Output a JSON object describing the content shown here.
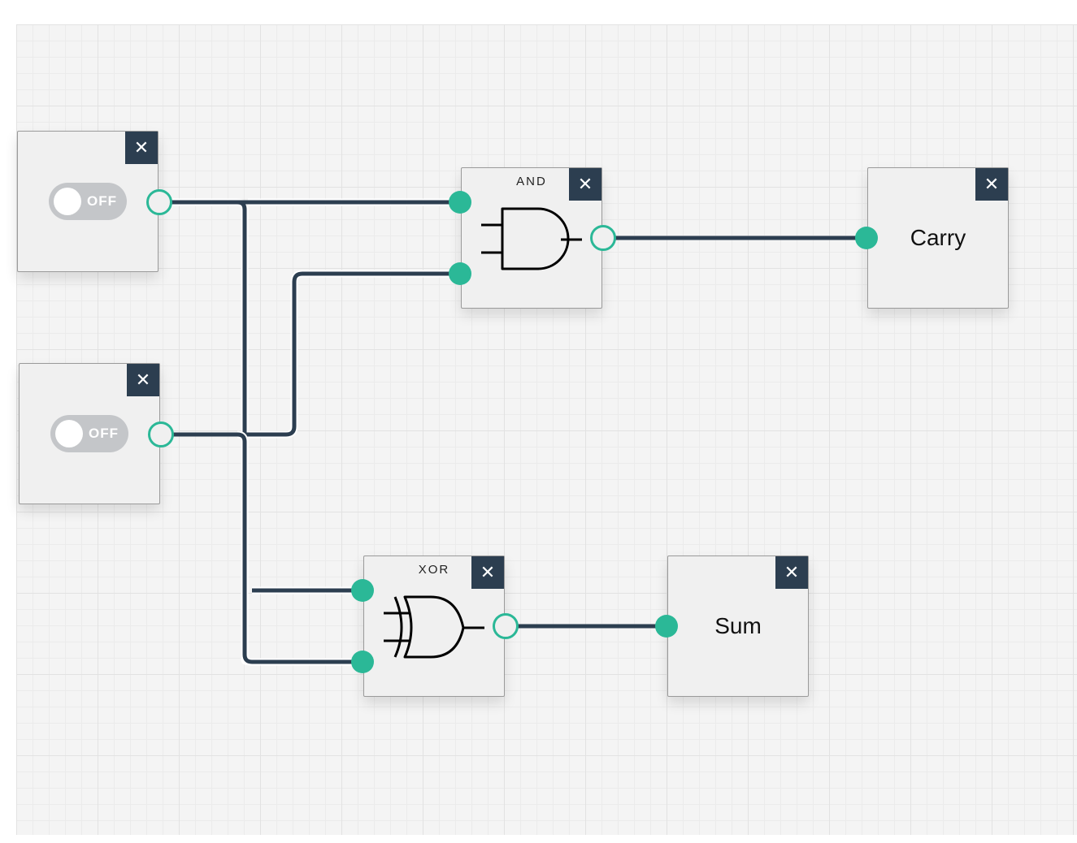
{
  "canvas": {
    "grid": true
  },
  "colors": {
    "wire": "#2c3e50",
    "port": "#2bb897",
    "close_bg": "#2c3e50",
    "node_bg": "#f0f0f0",
    "toggle_off": "#c4c6c9"
  },
  "nodes": {
    "input_a": {
      "toggle_label": "OFF",
      "state": "off",
      "close": "✕"
    },
    "input_b": {
      "toggle_label": "OFF",
      "state": "off",
      "close": "✕"
    },
    "and_gate": {
      "label": "AND",
      "close": "✕",
      "icon": "and-gate-icon"
    },
    "xor_gate": {
      "label": "XOR",
      "close": "✕",
      "icon": "xor-gate-icon"
    },
    "carry_output": {
      "label": "Carry",
      "close": "✕"
    },
    "sum_output": {
      "label": "Sum",
      "close": "✕"
    }
  }
}
